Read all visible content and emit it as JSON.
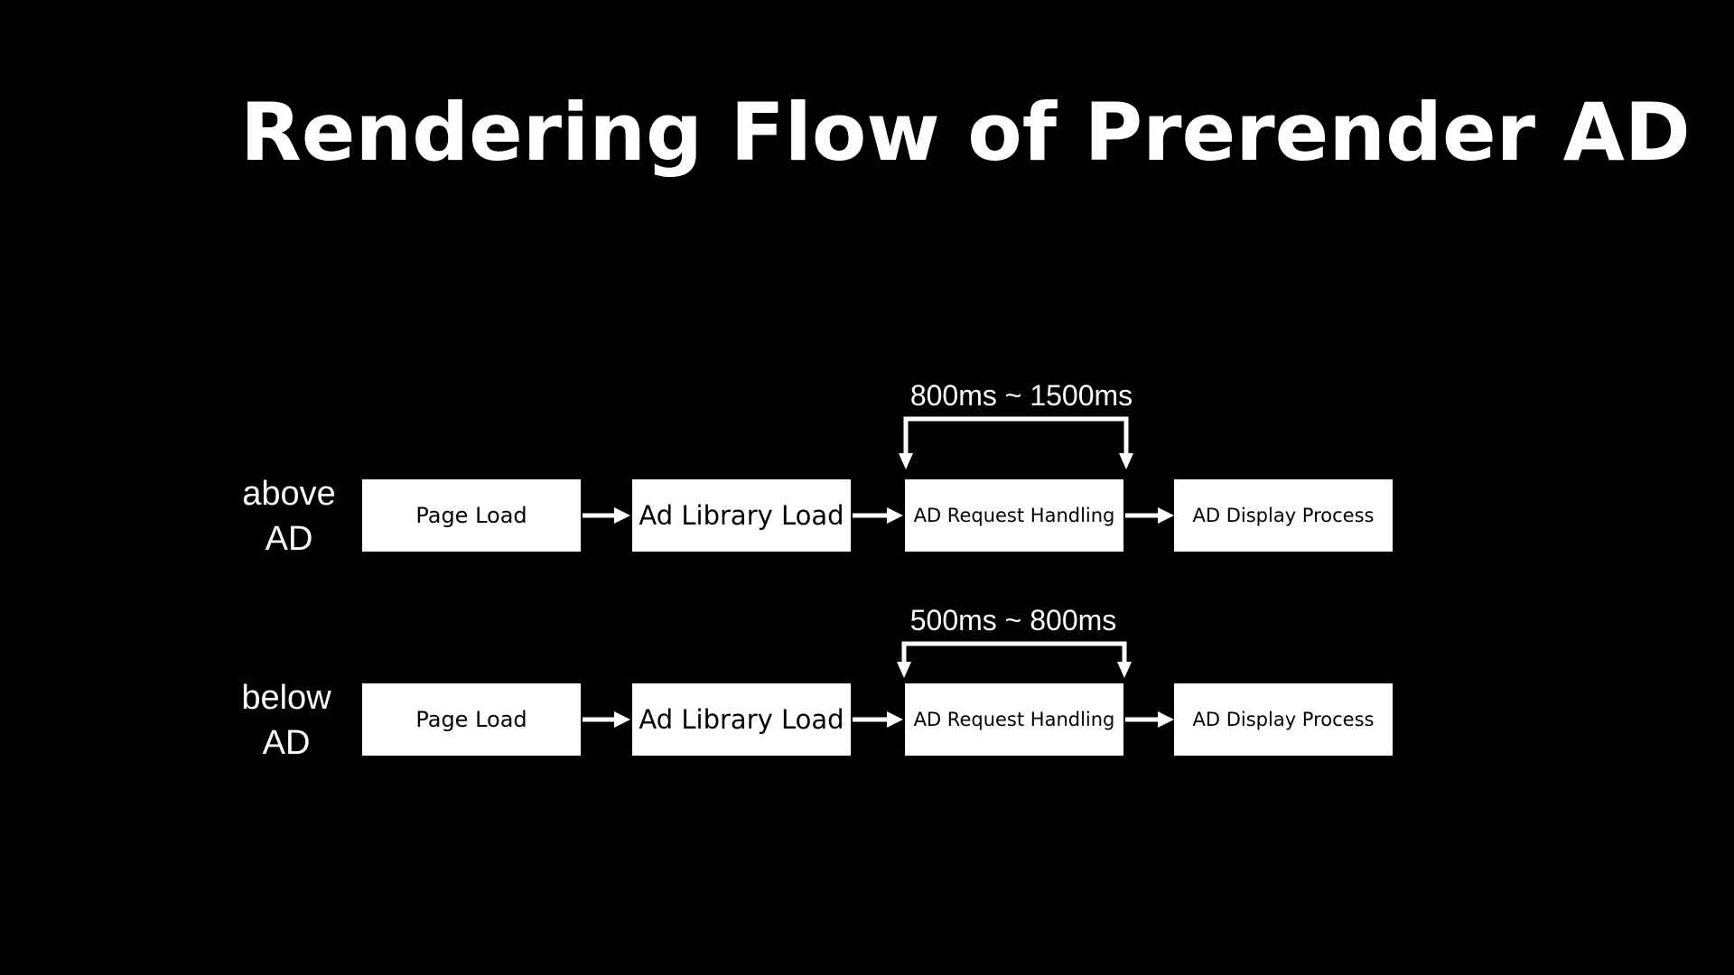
{
  "title": "Rendering Flow of Prerender AD",
  "rows": [
    {
      "label_line1": "above",
      "label_line2": "AD",
      "timing": "800ms ~ 1500ms",
      "steps": [
        "Page Load",
        "Ad Library Load",
        "AD Request Handling",
        "AD Display Process"
      ]
    },
    {
      "label_line1": "below",
      "label_line2": "AD",
      "timing": "500ms ~ 800ms",
      "steps": [
        "Page Load",
        "Ad Library Load",
        "AD Request Handling",
        "AD Display Process"
      ]
    }
  ],
  "colors": {
    "background": "#000000",
    "foreground": "#ffffff",
    "box_text": "#000000"
  }
}
